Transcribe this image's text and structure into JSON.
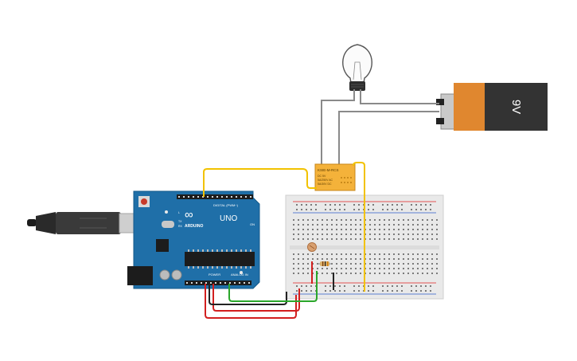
{
  "battery": {
    "label": "9V"
  },
  "relay": {
    "model": "KSIE-M-RCS",
    "line1": "DC 5V",
    "line2": "5A/250V AC",
    "line3": "5A/30V DC"
  },
  "arduino": {
    "brand": "ARDUINO",
    "model": "UNO",
    "digital_label": "DIGITAL (PWM~)",
    "power_label": "POWER",
    "analog_label": "ANALOG IN",
    "on_label": "ON",
    "tx_label": "TX",
    "rx_label": "RX",
    "l_label": "L"
  },
  "colors": {
    "wire_yellow": "#f2c200",
    "wire_red": "#d21f1f",
    "wire_black": "#222222",
    "wire_green": "#2aa62a",
    "wire_gray": "#8a8a8a",
    "board_blue": "#1f6fa8",
    "battery_orange": "#e0872f",
    "battery_black": "#333333",
    "relay_orange": "#f4b23a"
  }
}
